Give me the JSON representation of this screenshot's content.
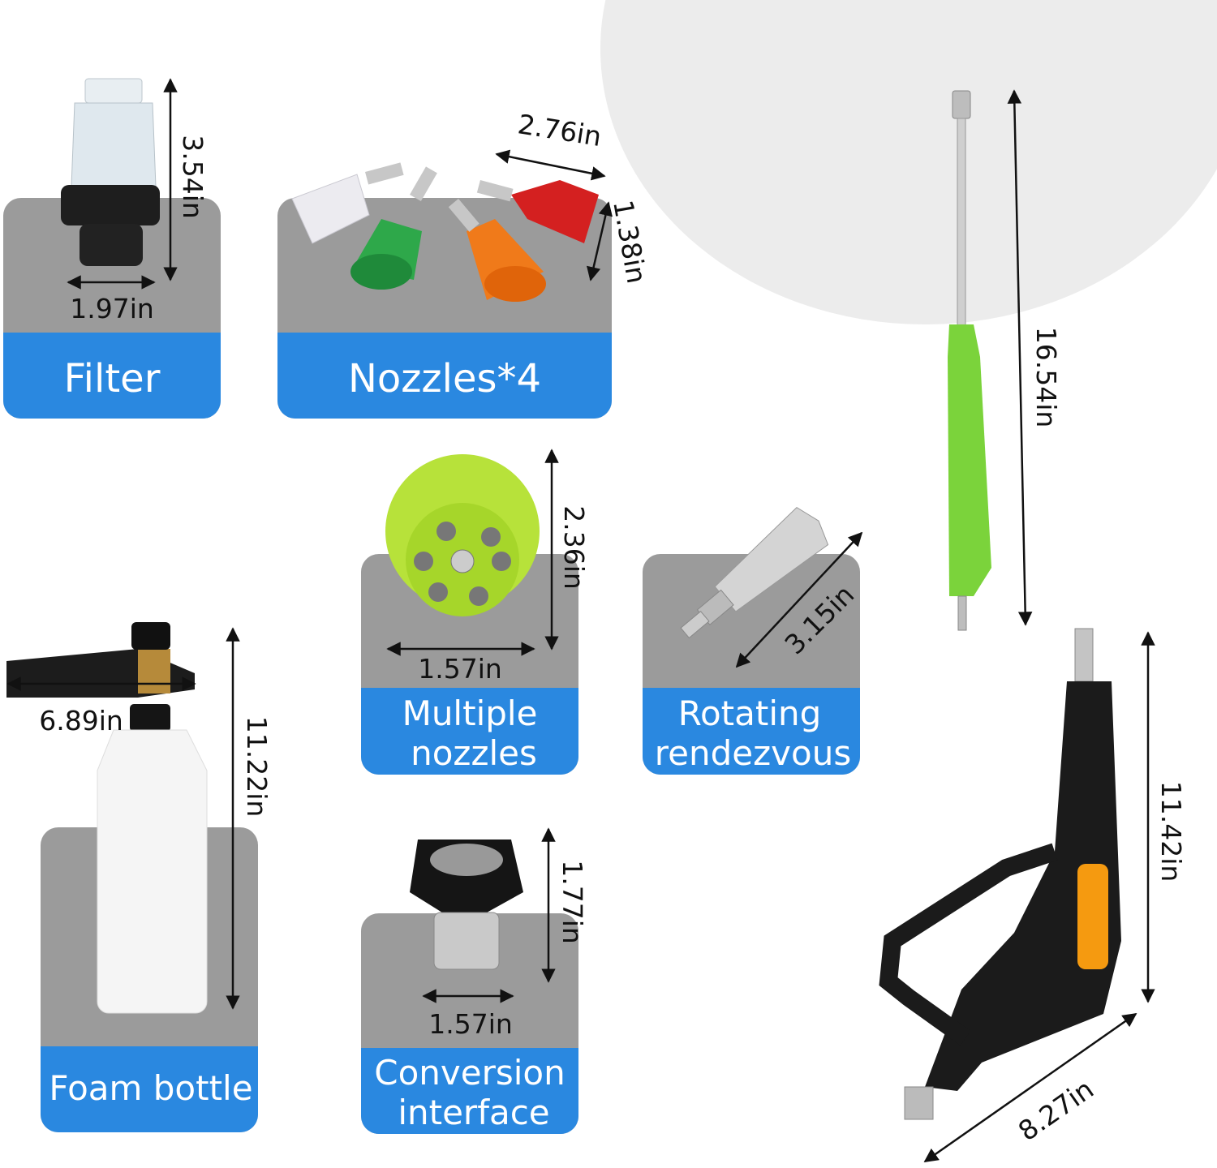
{
  "colors": {
    "card_gray": "#9b9b9b",
    "label_blue": "#2a88e0",
    "blob": "#ececec"
  },
  "items": [
    {
      "label": "Filter",
      "dims": [
        "3.54in",
        "1.97in"
      ]
    },
    {
      "label": "Nozzles*4",
      "dims": [
        "2.76in",
        "1.38in"
      ]
    },
    {
      "label_lines": [
        "Multiple",
        "nozzles"
      ],
      "dims": [
        "2.36in",
        "1.57in"
      ]
    },
    {
      "label_lines": [
        "Rotating",
        "rendezvous"
      ],
      "dims": [
        "3.15in"
      ]
    },
    {
      "label": "Foam bottle",
      "dims": [
        "6.89in",
        "11.22in"
      ]
    },
    {
      "label_lines": [
        "Conversion",
        "interface"
      ],
      "dims": [
        "1.77in",
        "1.57in"
      ]
    },
    {
      "dims": [
        "16.54in"
      ]
    },
    {
      "dims": [
        "11.42in",
        "8.27in"
      ]
    }
  ]
}
